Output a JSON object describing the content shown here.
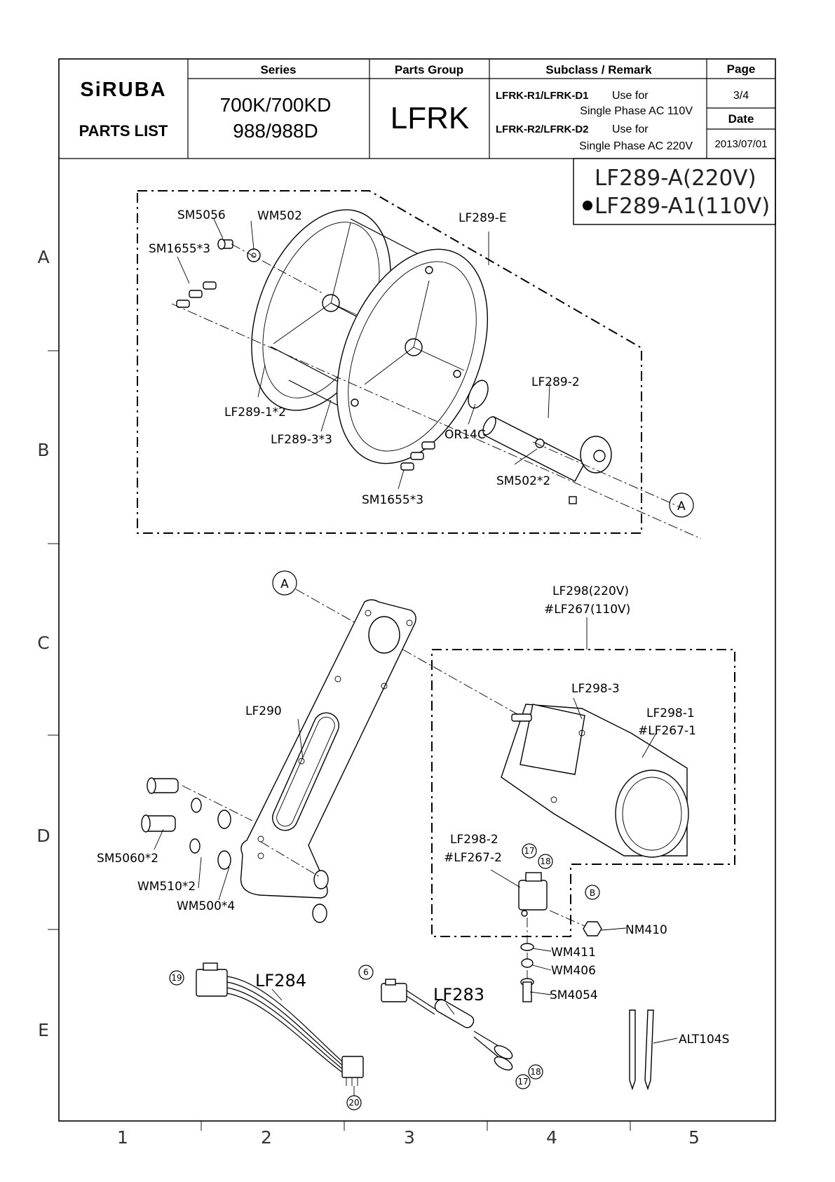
{
  "header": {
    "brand": "SiRUBA",
    "doc_type": "PARTS LIST",
    "series_label": "Series",
    "series_line1": "700K/700KD",
    "series_line2": "988/988D",
    "parts_group_label": "Parts Group",
    "parts_group": "LFRK",
    "subclass_label": "Subclass / Remark",
    "subclass_line1": "LFRK-R1/LFRK-D1",
    "subclass_line1_use": "Use for",
    "subclass_line2": "Single Phase  AC 110V",
    "subclass_line3": "LFRK-R2/LFRK-D2",
    "subclass_line3_use": "Use for",
    "subclass_line4": "Single Phase  AC  220V",
    "page_label": "Page",
    "page": "3/4",
    "date_label": "Date",
    "date": "2013/07/01"
  },
  "legend": {
    "line1": "LF289-A(220V)",
    "line2": "LF289-A1(110V)"
  },
  "row_markers": [
    "A",
    "B",
    "C",
    "D",
    "E"
  ],
  "column_markers": [
    "1",
    "2",
    "3",
    "4",
    "5"
  ],
  "callouts": {
    "sm5056": "SM5056",
    "wm502": "WM502",
    "lf289e": "LF289-E",
    "sm1655a": "SM1655*3",
    "lf289_1": "LF289-1*2",
    "lf289_3": "LF289-3*3",
    "lf289_2": "LF289-2",
    "or14c": "OR14C",
    "sm502": "SM502*2",
    "sm1655b": "SM1655*3",
    "ref_a1": "A",
    "ref_a2": "A",
    "lf298": "LF298(220V)",
    "lf267": "#LF267(110V)",
    "lf298_3": "LF298-3",
    "lf298_1": "LF298-1",
    "lf267_1": "#LF267-1",
    "lf290": "LF290",
    "sm5060": "SM5060*2",
    "wm510": "WM510*2",
    "wm500": "WM500*4",
    "lf298_2": "LF298-2",
    "lf267_2": "#LF267-2",
    "n17a": "17",
    "n18a": "18",
    "ref_b": "B",
    "nm410": "NM410",
    "wm411": "WM411",
    "wm406": "WM406",
    "sm4054": "SM4054",
    "n19": "19",
    "lf284": "LF284",
    "n20": "20",
    "n6": "6",
    "lf283": "LF283",
    "n18b": "18",
    "n17b": "17",
    "alt104s": "ALT104S"
  }
}
